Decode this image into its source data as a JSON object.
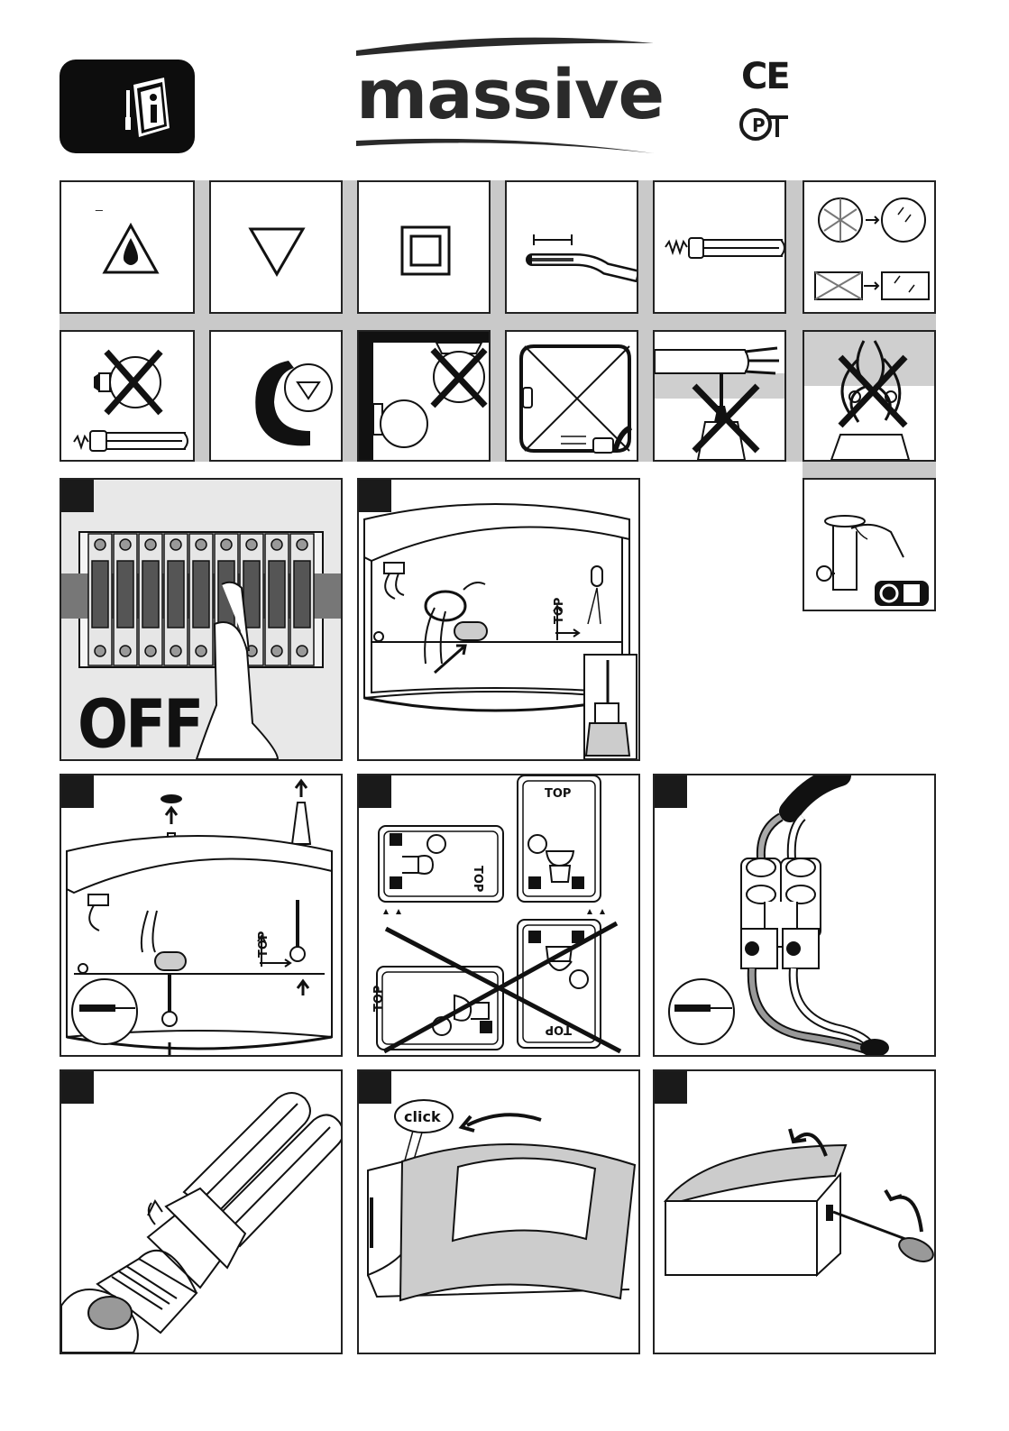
{
  "header": {
    "brand": "massive",
    "certification_marks": {
      "ce": "CE",
      "pct": "PCT"
    },
    "manual_icon": "info-manual-icon"
  },
  "symbols_row1": [
    {
      "icon": "drip-proof-triangle-icon",
      "mark": "_"
    },
    {
      "icon": "triangle-icon"
    },
    {
      "icon": "double-insulated-square-icon"
    },
    {
      "icon": "wire-strip-length-icon"
    },
    {
      "icon": "energy-saving-lamp-icon"
    },
    {
      "icon": "replace-broken-glass-icon"
    }
  ],
  "symbols_row2": [
    {
      "icon": "no-incandescent-bulb-icon"
    },
    {
      "icon": "min-distance-spot-icon"
    },
    {
      "icon": "no-cover-object-icon"
    },
    {
      "icon": "no-cable-icon"
    },
    {
      "icon": "no-drill-on-cable-icon"
    },
    {
      "icon": "no-hanging-chain-icon"
    }
  ],
  "steps": {
    "step1": {
      "label": "OFF"
    },
    "step2": {
      "label": "TOP"
    },
    "step3": {
      "label": "TOP"
    },
    "step4": {
      "labels": [
        "TOP",
        "TOP",
        "TOP",
        "TOP"
      ]
    },
    "step8": {
      "label": "click"
    }
  },
  "care_icon": "clean-with-cloth-icon"
}
